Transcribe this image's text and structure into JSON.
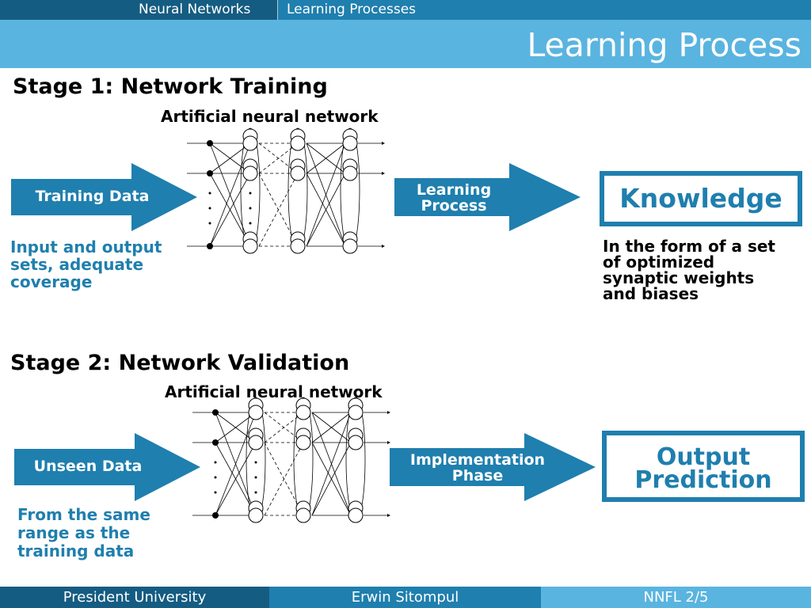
{
  "header": {
    "nav_section": "Neural Networks",
    "nav_subsection": "Learning Processes",
    "title": "Learning Process"
  },
  "stage1": {
    "heading": "Stage 1: Network Training",
    "network_label": "Artificial neural network",
    "input_label": "Training Data",
    "input_note": [
      "Input and output",
      "sets, adequate",
      "coverage"
    ],
    "process_label": [
      "Learning",
      "Process"
    ],
    "output_label": "Knowledge",
    "output_note": [
      "In the form of a set",
      "of optimized",
      "synaptic weights",
      "and biases"
    ]
  },
  "stage2": {
    "heading": "Stage 2: Network Validation",
    "network_label": "Artificial neural network",
    "input_label": "Unseen Data",
    "input_note": [
      "From the same",
      "range as the",
      "training data"
    ],
    "process_label": [
      "Implementation",
      "Phase"
    ],
    "output_label": [
      "Output",
      "Prediction"
    ]
  },
  "footer": {
    "institution": "President University",
    "author": "Erwin Sitompul",
    "page": "NNFL 2/5"
  },
  "colors": {
    "primary": "#1f7fae",
    "dark": "#155c82",
    "light": "#5ab4e0"
  }
}
